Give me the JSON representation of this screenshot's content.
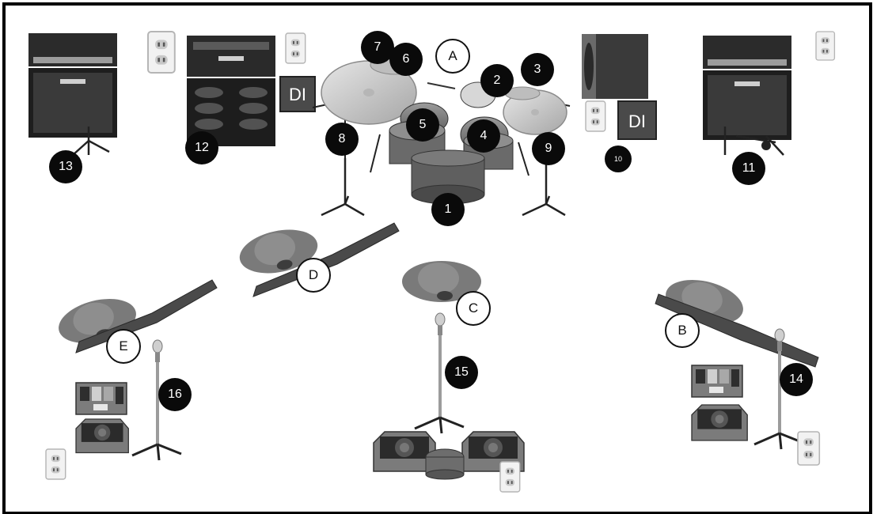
{
  "colors": {
    "frame": "#000000",
    "badge_fill": "#0a0a0a",
    "badge_text": "#ffffff",
    "letter_badge_fill": "#ffffff",
    "equipment_gray": "#6f6f6f"
  },
  "di_boxes": [
    {
      "label": "DI"
    },
    {
      "label": "DI"
    }
  ],
  "numbered_markers": [
    {
      "id": "1",
      "label": "1"
    },
    {
      "id": "2",
      "label": "2"
    },
    {
      "id": "3",
      "label": "3"
    },
    {
      "id": "4",
      "label": "4"
    },
    {
      "id": "5",
      "label": "5"
    },
    {
      "id": "6",
      "label": "6"
    },
    {
      "id": "7",
      "label": "7"
    },
    {
      "id": "8",
      "label": "8"
    },
    {
      "id": "9",
      "label": "9"
    },
    {
      "id": "10",
      "label": "10"
    },
    {
      "id": "11",
      "label": "11"
    },
    {
      "id": "12",
      "label": "12"
    },
    {
      "id": "13",
      "label": "13"
    },
    {
      "id": "14",
      "label": "14"
    },
    {
      "id": "15",
      "label": "15"
    },
    {
      "id": "16",
      "label": "16"
    }
  ],
  "letter_markers": [
    {
      "id": "A",
      "label": "A"
    },
    {
      "id": "B",
      "label": "B"
    },
    {
      "id": "C",
      "label": "C"
    },
    {
      "id": "D",
      "label": "D"
    },
    {
      "id": "E",
      "label": "E"
    }
  ],
  "icons": [
    "guitar-amp-icon",
    "bass-amp-icon",
    "power-outlet-icon",
    "di-box-icon",
    "drum-kit-icon",
    "cymbal-icon",
    "mic-stand-icon",
    "speaker-cabinet-icon",
    "musician-icon",
    "vocal-mic-icon",
    "pedalboard-icon",
    "floor-wedge-monitor-icon"
  ]
}
